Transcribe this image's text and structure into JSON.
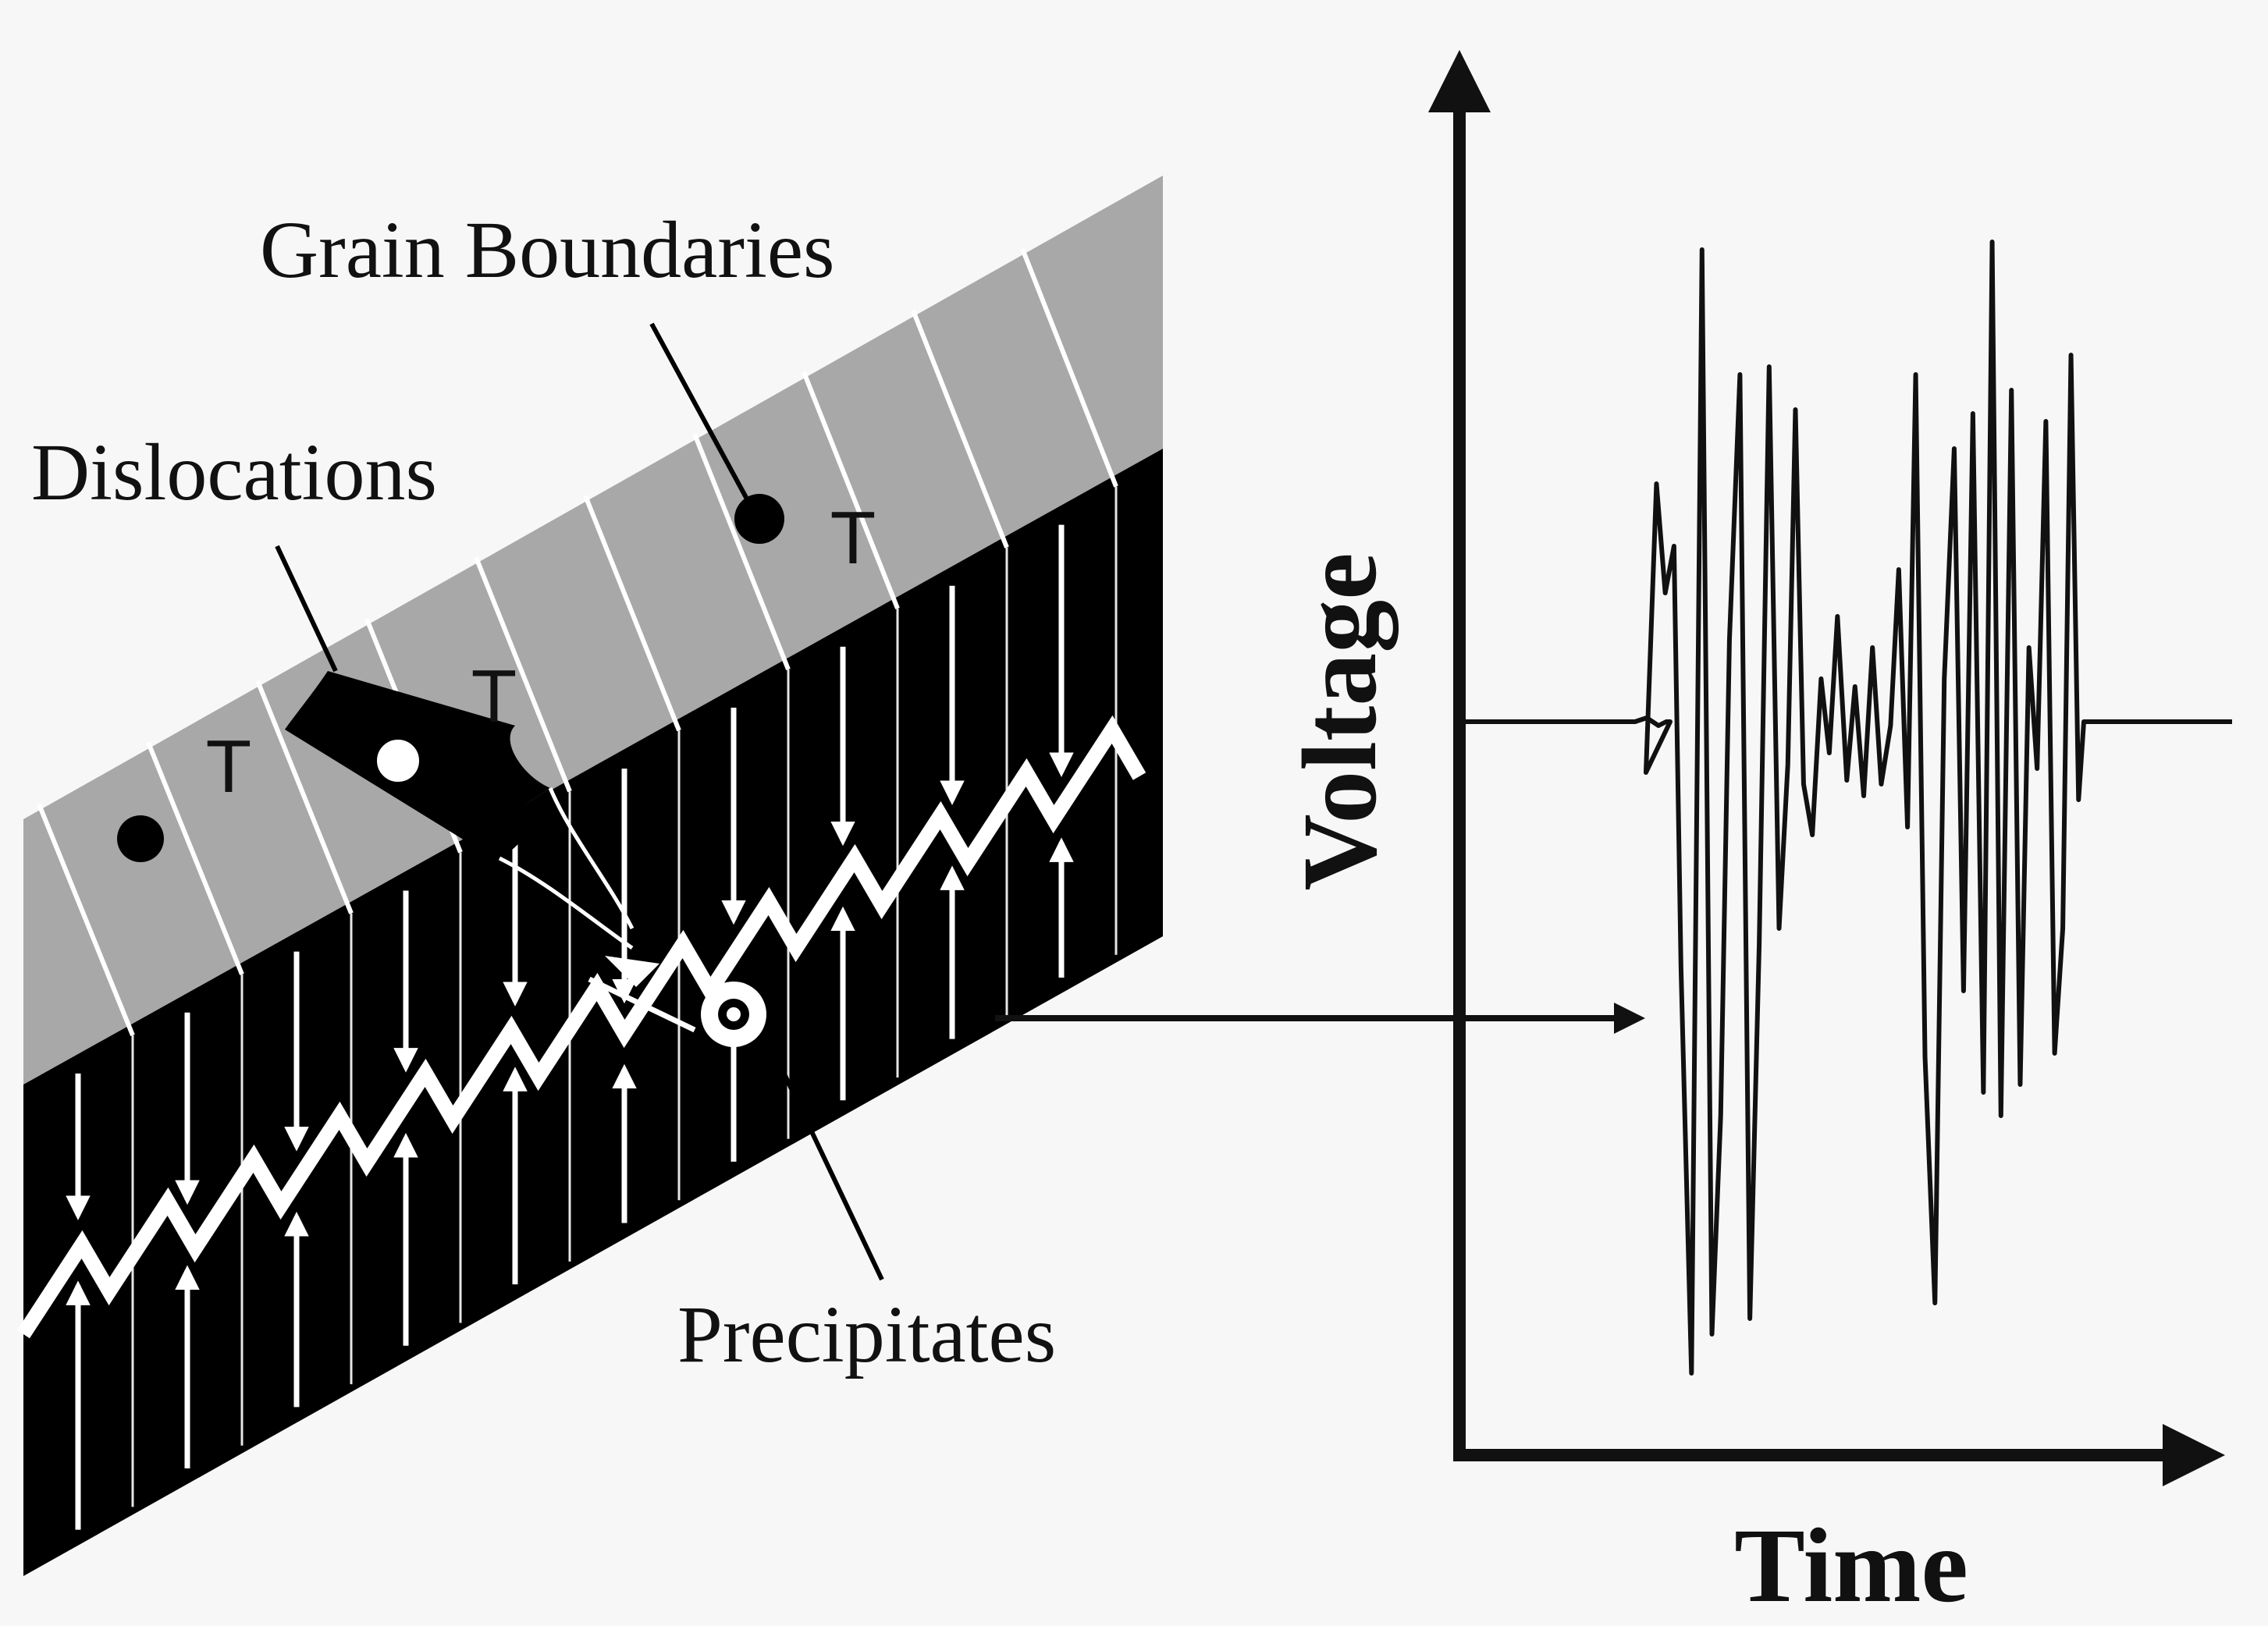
{
  "labels": {
    "grain_boundaries": "Grain Boundaries",
    "dislocations": "Dislocations",
    "precipitates": "Precipitates",
    "dislocation_symbol": "T"
  },
  "graph": {
    "ylabel": "Voltage",
    "xlabel": "Time"
  },
  "colors": {
    "background": "#f7f7f7",
    "top_face": "#a8a8a8",
    "front_face": "#000000",
    "line": "#111111",
    "crack": "#ffffff"
  }
}
